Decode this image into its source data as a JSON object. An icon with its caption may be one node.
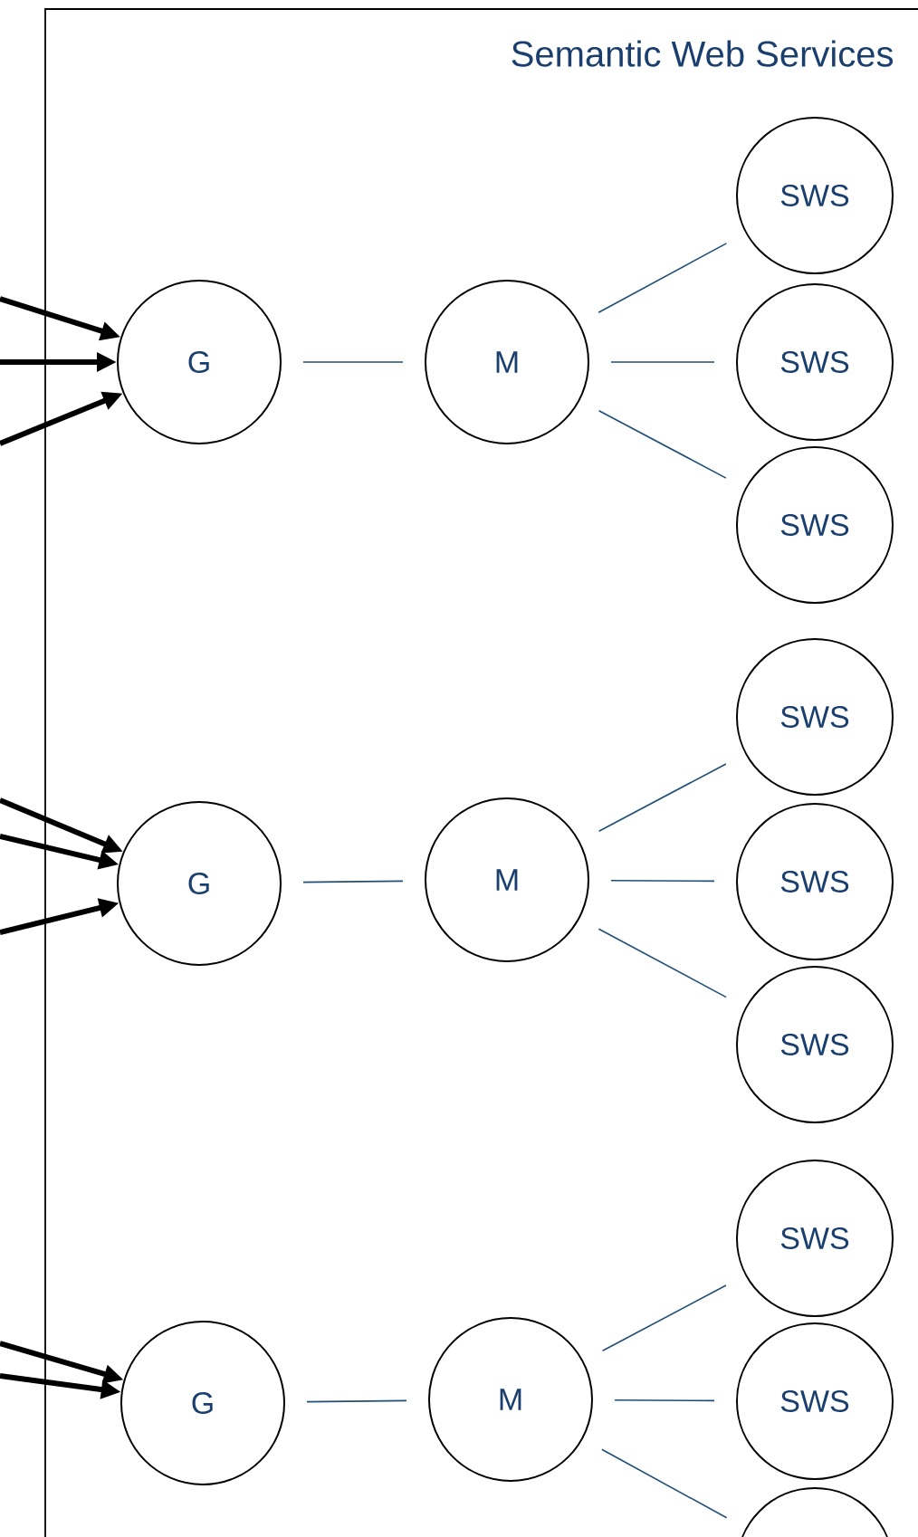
{
  "diagram": {
    "nodes": [
      {
        "text": [
          "Semantic Web Services"
        ]
      },
      {
        "text": [
          "G"
        ],
        "in": 0
      },
      {
        "text": [
          "M"
        ],
        "in": 0
      },
      {
        "text": [
          "SWS"
        ],
        "in": 0
      },
      {
        "text": [
          "SWS"
        ],
        "in": 0
      },
      {
        "text": [
          "SWS"
        ],
        "in": 0
      },
      {
        "text": [
          "G"
        ],
        "in": 0
      },
      {
        "text": [
          "M"
        ],
        "in": 0
      },
      {
        "text": [
          "SWS"
        ],
        "in": 0
      },
      {
        "text": [
          "SWS"
        ],
        "in": 0
      },
      {
        "text": [
          "SWS"
        ],
        "in": 0
      },
      {
        "text": [
          "G"
        ],
        "in": 0
      },
      {
        "text": [
          "M"
        ],
        "in": 0
      },
      {
        "text": [
          "SWS"
        ],
        "in": 0
      },
      {
        "text": [
          "SWS"
        ],
        "in": 0
      },
      {
        "text": [],
        "shape": "circle"
      }
    ],
    "edges": [
      {
        "from": null,
        "to": 1,
        "arrow": "to",
        "style": "thick",
        "color": "#000000"
      },
      {
        "from": null,
        "to": 1,
        "arrow": "to",
        "style": "thick",
        "color": "#000000"
      },
      {
        "from": null,
        "to": 1,
        "arrow": "to",
        "style": "thick",
        "color": "#000000"
      },
      {
        "from": 1,
        "to": 2,
        "arrow": "none"
      },
      {
        "from": 2,
        "to": 3,
        "arrow": "none"
      },
      {
        "from": 2,
        "to": 4,
        "arrow": "none"
      },
      {
        "from": 2,
        "to": 5,
        "arrow": "none"
      },
      {
        "from": null,
        "to": 6,
        "arrow": "to",
        "style": "thick",
        "color": "#000000"
      },
      {
        "from": null,
        "to": 6,
        "arrow": "to",
        "style": "thick",
        "color": "#000000"
      },
      {
        "from": null,
        "to": 6,
        "arrow": "to",
        "style": "thick",
        "color": "#000000"
      },
      {
        "from": 6,
        "to": 7,
        "arrow": "none"
      },
      {
        "from": 7,
        "to": 8,
        "arrow": "none"
      },
      {
        "from": 7,
        "to": 9,
        "arrow": "none"
      },
      {
        "from": 7,
        "to": 10,
        "arrow": "none"
      },
      {
        "from": null,
        "to": 11,
        "arrow": "to",
        "style": "thick",
        "color": "#000000"
      },
      {
        "from": null,
        "to": 11,
        "arrow": "to",
        "style": "thick",
        "color": "#000000"
      },
      {
        "from": 11,
        "to": 12,
        "arrow": "none"
      },
      {
        "from": 12,
        "to": 13,
        "arrow": "none"
      },
      {
        "from": 12,
        "to": 14,
        "arrow": "none"
      },
      {
        "from": 12,
        "to": 15,
        "arrow": "none"
      }
    ]
  }
}
